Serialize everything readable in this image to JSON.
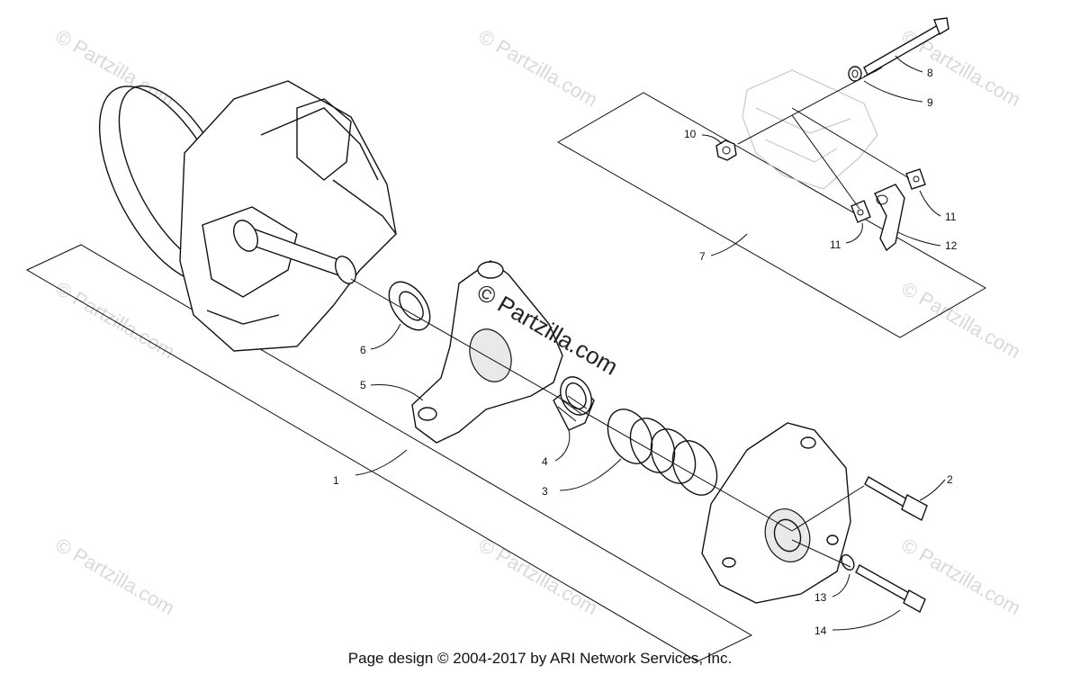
{
  "footer": {
    "text": "Page design © 2004-2017 by ARI Network Services, Inc."
  },
  "watermark": {
    "text": "© Partzilla.com",
    "center_text": "© Partzilla.com"
  },
  "callouts": [
    {
      "id": "c1",
      "label": "1"
    },
    {
      "id": "c2",
      "label": "2"
    },
    {
      "id": "c3",
      "label": "3"
    },
    {
      "id": "c4",
      "label": "4"
    },
    {
      "id": "c5",
      "label": "5"
    },
    {
      "id": "c6",
      "label": "6"
    },
    {
      "id": "c7",
      "label": "7"
    },
    {
      "id": "c8",
      "label": "8"
    },
    {
      "id": "c9",
      "label": "9"
    },
    {
      "id": "c10",
      "label": "10"
    },
    {
      "id": "c11a",
      "label": "11"
    },
    {
      "id": "c11b",
      "label": "11"
    },
    {
      "id": "c12",
      "label": "12"
    },
    {
      "id": "c13",
      "label": "13"
    },
    {
      "id": "c14",
      "label": "14"
    }
  ]
}
